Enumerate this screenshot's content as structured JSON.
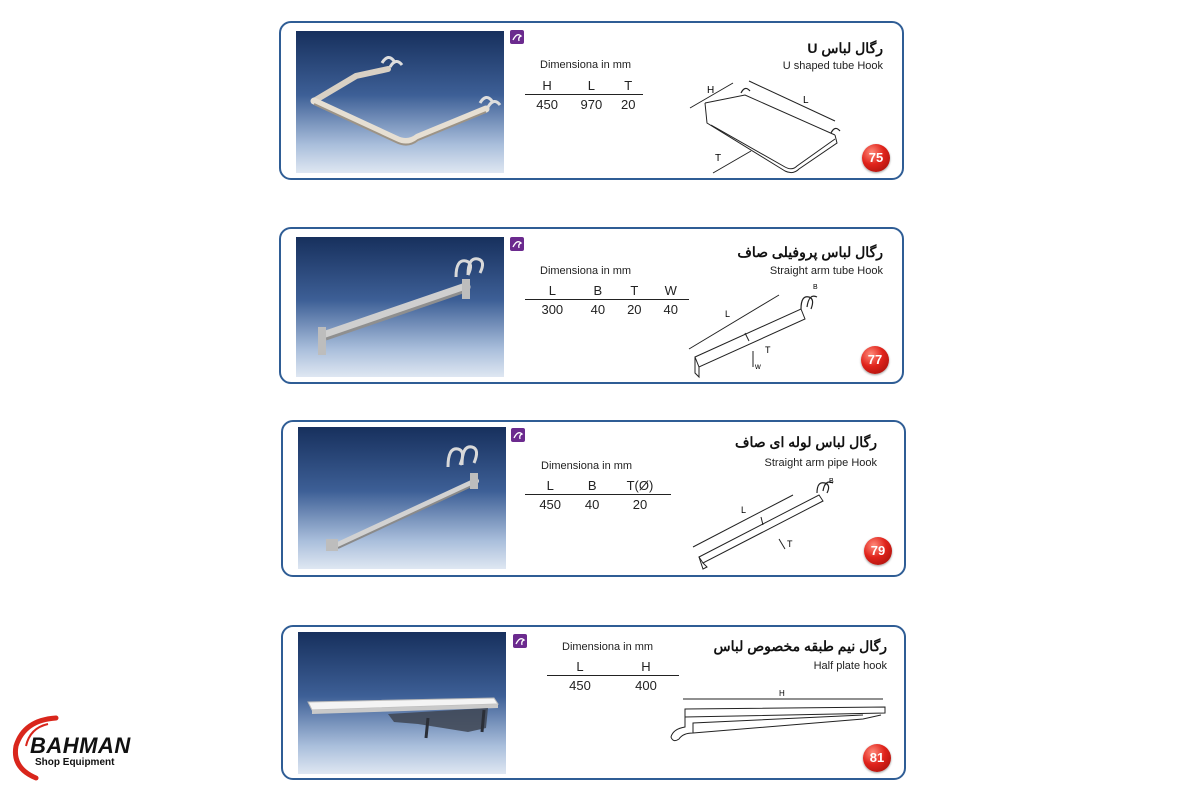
{
  "colors": {
    "border": "#2f5d95",
    "badge": "#e0231b",
    "brand": "#6b2a8e",
    "logo_red": "#d9261c"
  },
  "products": [
    {
      "title_fa": "رگال لباس U",
      "title_en": "U shaped tube Hook",
      "dim_title": "Dimensiona in mm",
      "headers": [
        "H",
        "L",
        "T"
      ],
      "values": [
        "450",
        "970",
        "20"
      ],
      "badge": "75",
      "diagram_labels": {
        "h": "H",
        "l": "L",
        "t": "T"
      }
    },
    {
      "title_fa": "رگال لباس پروفیلی صاف",
      "title_en": "Straight arm tube Hook",
      "dim_title": "Dimensiona in mm",
      "headers": [
        "L",
        "B",
        "T",
        "W"
      ],
      "values": [
        "300",
        "40",
        "20",
        "40"
      ],
      "badge": "77",
      "diagram_labels": {
        "l": "L",
        "t": "T",
        "w": "w",
        "b": "B"
      }
    },
    {
      "title_fa": "رگال لباس لوله ای صاف",
      "title_en": "Straight arm pipe Hook",
      "dim_title": "Dimensiona in mm",
      "headers": [
        "L",
        "B",
        "T(Ø)"
      ],
      "values": [
        "450",
        "40",
        "20"
      ],
      "badge": "79",
      "diagram_labels": {
        "l": "L",
        "t": "T",
        "b": "B"
      }
    },
    {
      "title_fa": "رگال نیم طبقه مخصوص لباس",
      "title_en": "Half plate hook",
      "dim_title": "Dimensiona in mm",
      "headers": [
        "L",
        "H"
      ],
      "values": [
        "450",
        "400"
      ],
      "badge": "81",
      "diagram_labels": {
        "h": "H"
      }
    }
  ],
  "logo": {
    "name": "BAHMAN",
    "tagline": "Shop Equipment"
  }
}
